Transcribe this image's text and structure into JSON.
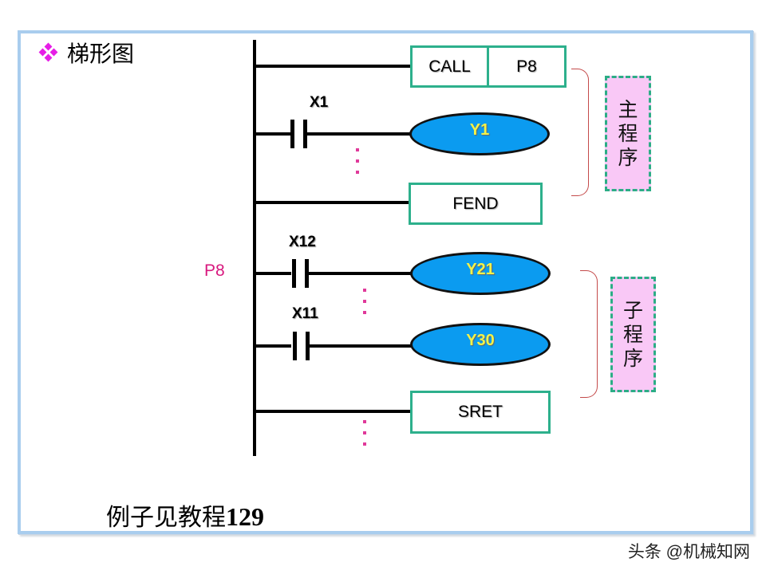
{
  "slide": {
    "heading": "梯形图",
    "bullet_icon": "diamond-bullet-icon",
    "footer_note": "例子见教程",
    "footer_number": "129",
    "watermark": "头条 @机械知网"
  },
  "ladder": {
    "subroutine_pointer": "P8",
    "rungs": [
      {
        "type": "instruction",
        "instruction": "CALL",
        "operand": "P8"
      },
      {
        "type": "contact-coil",
        "contact": "X1",
        "coil": "Y1"
      },
      {
        "type": "instruction",
        "instruction": "FEND"
      },
      {
        "type": "contact-coil",
        "contact": "X12",
        "coil": "Y21"
      },
      {
        "type": "contact-coil",
        "contact": "X11",
        "coil": "Y30"
      },
      {
        "type": "instruction",
        "instruction": "SRET"
      }
    ]
  },
  "sections": {
    "main": "主程序",
    "main_chars": [
      "主",
      "程",
      "序"
    ],
    "sub": "子程序",
    "sub_chars": [
      "子",
      "程",
      "序"
    ]
  },
  "colors": {
    "bullet": "#e61ee6",
    "box_border": "#2db08c",
    "coil_fill": "#0b9bf0",
    "coil_text": "#f2f24a",
    "tag_fill": "#f9c8f6",
    "pointer_label": "#d8187e",
    "ellipsis_dots": "#e0399a",
    "frame": "#a9cdee"
  }
}
